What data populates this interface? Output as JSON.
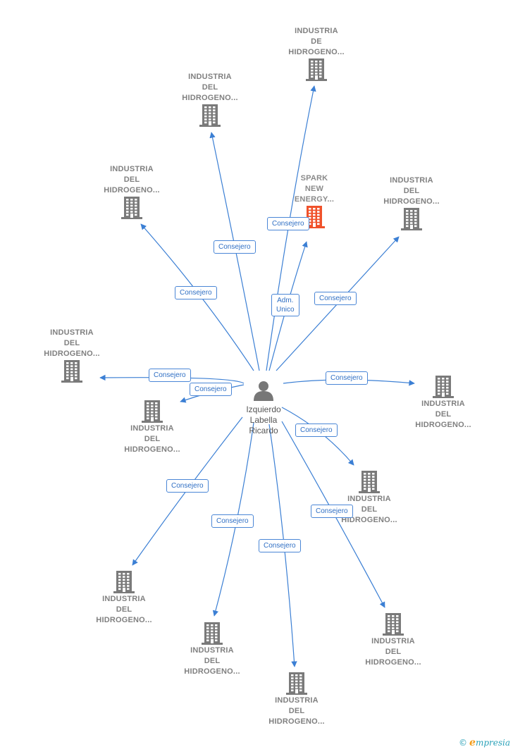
{
  "center": {
    "label": "Izquierdo\nLabella\nRicardo",
    "icon": "person-icon",
    "color": "#777777"
  },
  "edge_color": "#3b7fd4",
  "highlight_color": "#f0522b",
  "building_color": "#7a7a7a",
  "nodes": [
    {
      "id": "n-top",
      "label": "INDUSTRIA\nDE\nHIDROGENO...",
      "highlight": false
    },
    {
      "id": "n-upper-mid",
      "label": "INDUSTRIA\nDEL\nHIDROGENO...",
      "highlight": false
    },
    {
      "id": "n-upper-left",
      "label": "INDUSTRIA\nDEL\nHIDROGENO...",
      "highlight": false
    },
    {
      "id": "n-spark",
      "label": "SPARK\nNEW\nENERGY...",
      "highlight": true
    },
    {
      "id": "n-upper-right",
      "label": "INDUSTRIA\nDEL\nHIDROGENO...",
      "highlight": false
    },
    {
      "id": "n-left",
      "label": "INDUSTRIA\nDEL\nHIDROGENO...",
      "highlight": false
    },
    {
      "id": "n-mid-left",
      "label": "INDUSTRIA\nDEL\nHIDROGENO...",
      "highlight": false
    },
    {
      "id": "n-right",
      "label": "INDUSTRIA\nDEL\nHIDROGENO...",
      "highlight": false
    },
    {
      "id": "n-mid-right",
      "label": "INDUSTRIA\nDEL\nHIDROGENO...",
      "highlight": false
    },
    {
      "id": "n-low-left",
      "label": "INDUSTRIA\nDEL\nHIDROGENO...",
      "highlight": false
    },
    {
      "id": "n-low-mid1",
      "label": "INDUSTRIA\nDEL\nHIDROGENO...",
      "highlight": false
    },
    {
      "id": "n-bottom",
      "label": "INDUSTRIA\nDEL\nHIDROGENO...",
      "highlight": false
    },
    {
      "id": "n-low-right",
      "label": "INDUSTRIA\nDEL\nHIDROGENO...",
      "highlight": false
    }
  ],
  "edges": [
    {
      "to": "n-top",
      "label": "Consejero"
    },
    {
      "to": "n-upper-mid",
      "label": "Consejero"
    },
    {
      "to": "n-upper-left",
      "label": "Consejero"
    },
    {
      "to": "n-spark",
      "label": "Adm.\nUnico"
    },
    {
      "to": "n-upper-right",
      "label": "Consejero"
    },
    {
      "to": "n-left",
      "label": "Consejero"
    },
    {
      "to": "n-mid-left",
      "label": "Consejero"
    },
    {
      "to": "n-right",
      "label": "Consejero"
    },
    {
      "to": "n-mid-right",
      "label": "Consejero"
    },
    {
      "to": "n-low-left",
      "label": "Consejero"
    },
    {
      "to": "n-low-mid1",
      "label": "Consejero"
    },
    {
      "to": "n-bottom",
      "label": "Consejero"
    },
    {
      "to": "n-low-right",
      "label": "Consejero"
    }
  ],
  "brand": {
    "copyright": "©",
    "initial": "e",
    "rest": "mpresia"
  }
}
